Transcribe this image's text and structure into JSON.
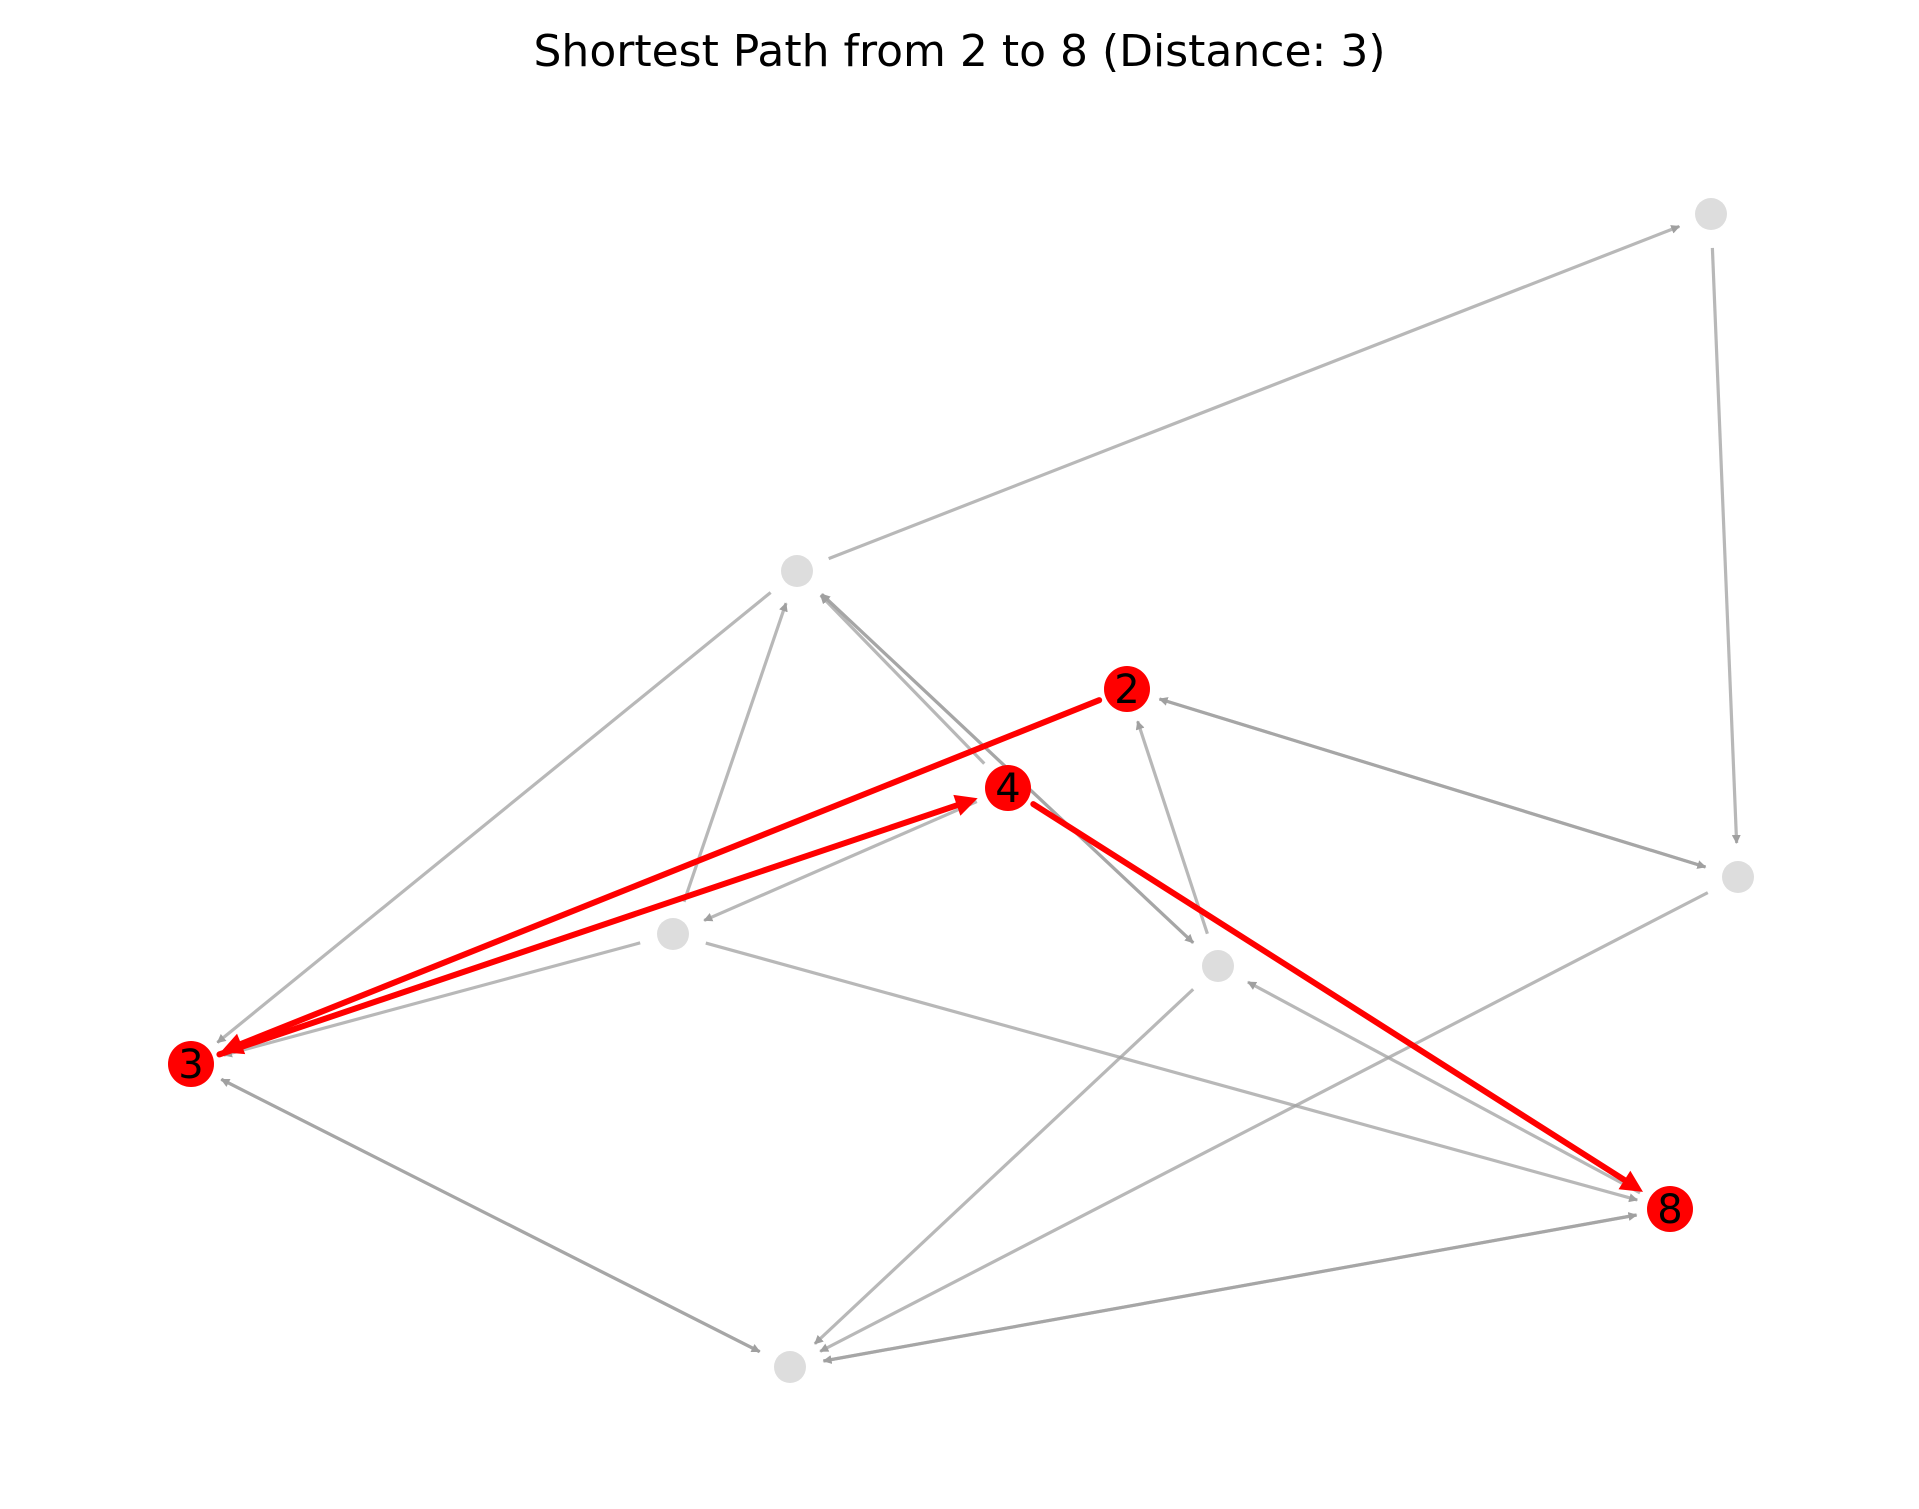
{
  "title": "Shortest Path from 2 to 8 (Distance: 3)",
  "colors": {
    "path": "#ff0000",
    "path_node": "#ff0000",
    "inactive_node": "#dddddd",
    "inactive_edge": "#a0a0a0"
  },
  "graph": {
    "directed": true,
    "nodes": [
      {
        "id": "A",
        "label": "",
        "on_path": false
      },
      {
        "id": "B",
        "label": "",
        "on_path": false
      },
      {
        "id": "2",
        "label": "2",
        "on_path": true
      },
      {
        "id": "4",
        "label": "4",
        "on_path": true
      },
      {
        "id": "C",
        "label": "",
        "on_path": false
      },
      {
        "id": "D",
        "label": "",
        "on_path": false
      },
      {
        "id": "E",
        "label": "",
        "on_path": false
      },
      {
        "id": "3",
        "label": "3",
        "on_path": true
      },
      {
        "id": "8",
        "label": "8",
        "on_path": true
      },
      {
        "id": "F",
        "label": "",
        "on_path": false
      }
    ],
    "edges": [
      {
        "from": "B",
        "to": "A",
        "on_path": false
      },
      {
        "from": "A",
        "to": "C",
        "on_path": false
      },
      {
        "from": "B",
        "to": "3",
        "on_path": false
      },
      {
        "from": "4",
        "to": "B",
        "on_path": false
      },
      {
        "from": "D",
        "to": "B",
        "on_path": false
      },
      {
        "from": "B",
        "to": "E",
        "on_path": false
      },
      {
        "from": "E",
        "to": "B",
        "on_path": false
      },
      {
        "from": "D",
        "to": "3",
        "on_path": false
      },
      {
        "from": "D",
        "to": "8",
        "on_path": false
      },
      {
        "from": "4",
        "to": "D",
        "on_path": false
      },
      {
        "from": "C",
        "to": "2",
        "on_path": false
      },
      {
        "from": "2",
        "to": "C",
        "on_path": false
      },
      {
        "from": "E",
        "to": "2",
        "on_path": false
      },
      {
        "from": "8",
        "to": "E",
        "on_path": false
      },
      {
        "from": "E",
        "to": "F",
        "on_path": false
      },
      {
        "from": "C",
        "to": "F",
        "on_path": false
      },
      {
        "from": "3",
        "to": "F",
        "on_path": false
      },
      {
        "from": "F",
        "to": "3",
        "on_path": false
      },
      {
        "from": "F",
        "to": "8",
        "on_path": false
      },
      {
        "from": "8",
        "to": "F",
        "on_path": false
      },
      {
        "from": "2",
        "to": "3",
        "on_path": true
      },
      {
        "from": "3",
        "to": "4",
        "on_path": true
      },
      {
        "from": "4",
        "to": "8",
        "on_path": true
      }
    ]
  }
}
